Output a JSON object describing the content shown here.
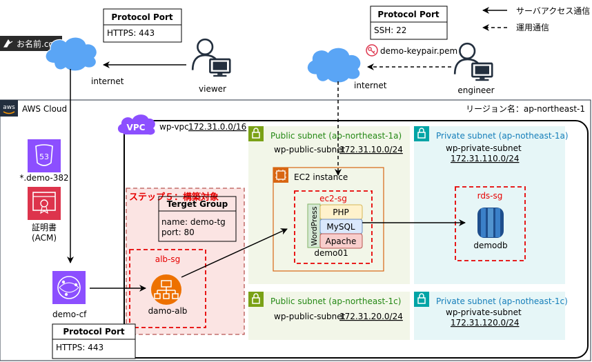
{
  "legend": {
    "solid_label": "サーバアクセス通信",
    "dashed_label": "運用通信"
  },
  "viewer_port": {
    "title": "Protocol Port",
    "value": "HTTPS: 443"
  },
  "engineer_port": {
    "title": "Protocol Port",
    "value": "SSH: 22"
  },
  "cf_port": {
    "title": "Protocol Port",
    "value": "HTTPS: 443"
  },
  "onamae": {
    "label": "お名前.com"
  },
  "keypair": {
    "label": "demo-keypair.pem"
  },
  "internet_left": {
    "label": "internet"
  },
  "internet_right": {
    "label": "internet"
  },
  "viewer": {
    "label": "viewer"
  },
  "engineer": {
    "label": "engineer"
  },
  "aws_cloud": {
    "label": "AWS Cloud",
    "badge": "aws",
    "region": "リージョン名：ap-northeast-1"
  },
  "vpc": {
    "badge": "VPC",
    "name": "wp-vpc",
    "cidr": "172.31.0.0/16"
  },
  "route53": {
    "badge": "53",
    "label": "*.demo-382"
  },
  "acm": {
    "label_line1": "証明書",
    "label_line2": "(ACM)"
  },
  "cloudfront": {
    "label": "demo-cf"
  },
  "public_subnet_1a": {
    "title": "Public subnet (ap-northeast-1a)",
    "name": "wp-public-subnet",
    "cidr": "172.31.10.0/24"
  },
  "private_subnet_1a": {
    "title": "Private subnet (ap-notheast-1a)",
    "name": "wp-private-subnet",
    "cidr": "172.31.110.0/24"
  },
  "public_subnet_1c": {
    "title": "Public subnet (ap-northeast-1c)",
    "name": "wp-public-subnet",
    "cidr": "172.31.20.0/24"
  },
  "private_subnet_1c": {
    "title": "Private subnet (ap-notheast-1c)",
    "name": "wp-private-subnet",
    "cidr": "172.31.120.0/24"
  },
  "step5": {
    "label": "ステップ５：構築対象"
  },
  "target_group": {
    "title": "Terget Group",
    "name_line": "name: demo-tg",
    "port_line": "port: 80"
  },
  "alb_sg": {
    "label": "alb-sg"
  },
  "alb": {
    "label": "damo-alb"
  },
  "ec2": {
    "title": "EC2 instance"
  },
  "ec2_sg": {
    "label": "ec2-sg"
  },
  "stack": {
    "wordpress": "WordPress",
    "php": "PHP",
    "mysql": "MySQL",
    "apache": "Apache",
    "instance": "demo01"
  },
  "rds_sg": {
    "label": "rds-sg"
  },
  "rds": {
    "label": "demodb"
  },
  "colors": {
    "aws_purple": "#8C4FFF",
    "acm_red": "#DD344C",
    "sg_red": "#E60000",
    "public_green": "#7AA116",
    "public_fill": "#F2F6E8",
    "private_teal": "#00A4A6",
    "private_fill": "#E6F6F7",
    "ec2_orange": "#D86613",
    "alb_orange": "#ED7100",
    "user_blue": "#232F3E",
    "cloud_blue": "#5AA5F5",
    "rds_blue": "#2E73B8",
    "step_fill": "#F8CECC",
    "step_stroke": "#B85450",
    "php_fill": "#FFF2CC",
    "mysql_fill": "#DAE8FC",
    "apache_fill": "#F8CECC",
    "wp_fill": "#D5E8D4"
  }
}
